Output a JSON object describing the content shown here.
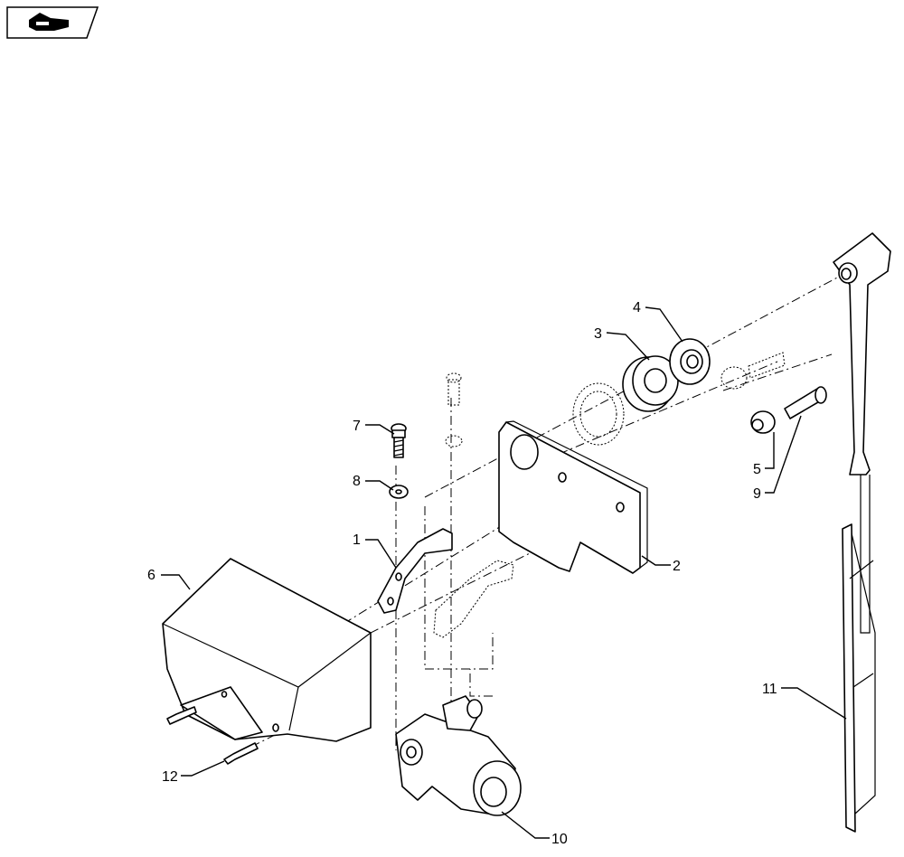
{
  "callouts": {
    "c1": "1",
    "c2": "2",
    "c3": "3",
    "c4": "4",
    "c5": "5",
    "c6": "6",
    "c7": "7",
    "c8": "8",
    "c9": "9",
    "c10": "10",
    "c11": "11",
    "c12": "12"
  },
  "icons": {
    "nav_icon": "hand-pointer-icon"
  }
}
